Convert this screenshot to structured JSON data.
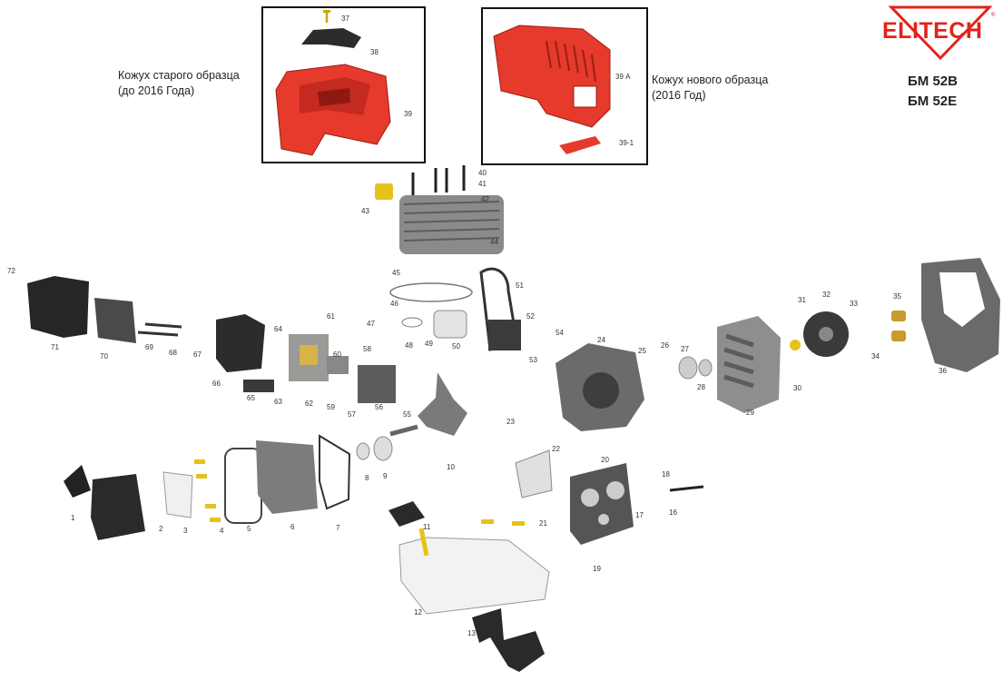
{
  "brand": {
    "logo_text": "ELITECH",
    "registered": "®",
    "color": "#e2231a"
  },
  "models": [
    "БМ 52В",
    "БМ 52Е"
  ],
  "old_cover_caption": [
    "Кожух старого образца",
    "(до 2016 Года)"
  ],
  "new_cover_caption": [
    "Кожух нового образца",
    "(2016 Год)"
  ],
  "colors": {
    "cover_red": "#e53a2c",
    "part_dark": "#4a4a4a",
    "part_grey": "#8a8a88",
    "bolt_yellow": "#e6c21a"
  },
  "parts": {
    "p1": "1",
    "p2": "2",
    "p3": "3",
    "p4": "4",
    "p5": "5",
    "p6": "6",
    "p7": "7",
    "p8": "8",
    "p9": "9",
    "p10": "10",
    "p11": "11",
    "p12": "12",
    "p13": "13",
    "p16": "16",
    "p17": "17",
    "p18": "18",
    "p19": "19",
    "p20": "20",
    "p21": "21",
    "p22": "22",
    "p23": "23",
    "p24": "24",
    "p25": "25",
    "p26": "26",
    "p27": "27",
    "p28": "28",
    "p29": "29",
    "p30": "30",
    "p31": "31",
    "p32": "32",
    "p33": "33",
    "p34": "34",
    "p35": "35",
    "p36": "36",
    "p37": "37",
    "p38": "38",
    "p39": "39",
    "p39a": "39 А",
    "p39_1": "39-1",
    "p40": "40",
    "p41": "41",
    "p42": "42",
    "p43": "43",
    "p44": "44",
    "p45": "45",
    "p46": "46",
    "p47": "47",
    "p48": "48",
    "p49": "49",
    "p50": "50",
    "p51": "51",
    "p52": "52",
    "p53": "53",
    "p54": "54",
    "p55": "55",
    "p56": "56",
    "p57": "57",
    "p58": "58",
    "p59": "59",
    "p60": "60",
    "p61": "61",
    "p62": "62",
    "p63": "63",
    "p64": "64",
    "p65": "65",
    "p66": "66",
    "p67": "67",
    "p68": "68",
    "p69": "69",
    "p70": "70",
    "p71": "71",
    "p72": "72"
  }
}
